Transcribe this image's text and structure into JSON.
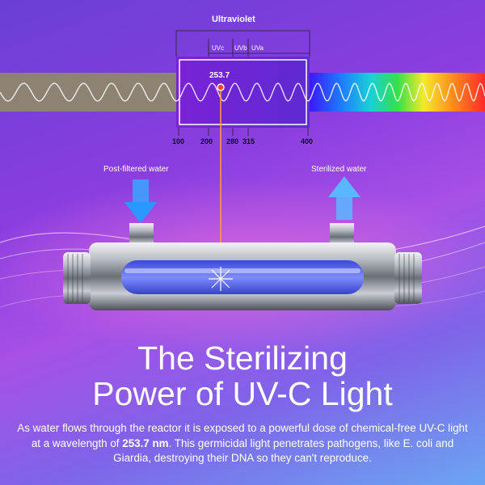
{
  "spectrum": {
    "title": "Ultraviolet",
    "bands": [
      "UVc",
      "UVb",
      "UVa"
    ],
    "ticks": [
      "100",
      "200",
      "280",
      "315",
      "400"
    ],
    "peak_label": "253.7"
  },
  "flow": {
    "in_label": "Post-filtered water",
    "out_label": "Sterilized water"
  },
  "headline": {
    "line1": "The Sterilizing",
    "line2": "Power of UV-C Light"
  },
  "body": {
    "part1": "As water flows through the reactor it is exposed to a powerful dose of chemical-free UV-C light at a wavelength of ",
    "highlight": "253.7 nm",
    "part2": ". This germicidal light penetrates pathogens, like E. coli and Giardia, destroying their DNA so they can't reproduce."
  },
  "colors": {
    "uv_box": "#6b2ad4",
    "lamp": "#5a6bff",
    "arrow": "#2fa8ff",
    "beam": "#ff9a3c"
  }
}
